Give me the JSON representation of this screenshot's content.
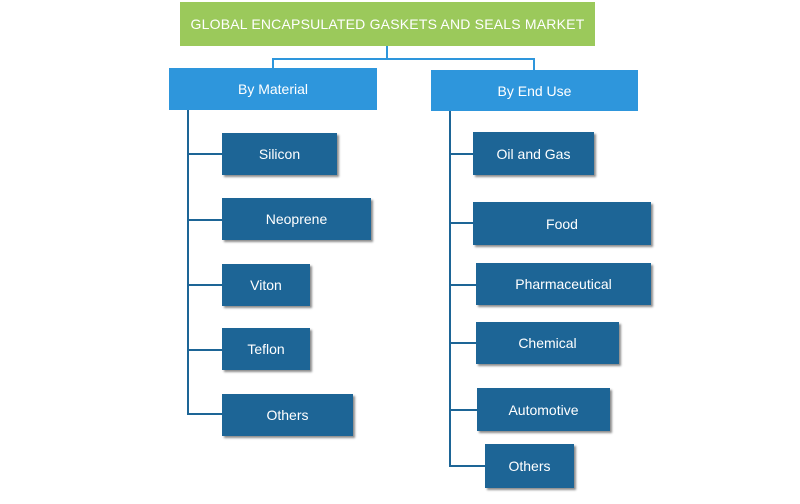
{
  "title": "GLOBAL ENCAPSULATED GASKETS AND SEALS MARKET",
  "colors": {
    "title_bg": "#9bc95b",
    "category_bg": "#2e96dc",
    "leaf_bg": "#1d6596",
    "text": "#ffffff"
  },
  "categories": [
    {
      "label": "By Material",
      "items": [
        "Silicon",
        "Neoprene",
        "Viton",
        "Teflon",
        "Others"
      ]
    },
    {
      "label": "By End Use",
      "items": [
        "Oil and Gas",
        "Food",
        "Pharmaceutical",
        "Chemical",
        "Automotive",
        "Others"
      ]
    }
  ]
}
